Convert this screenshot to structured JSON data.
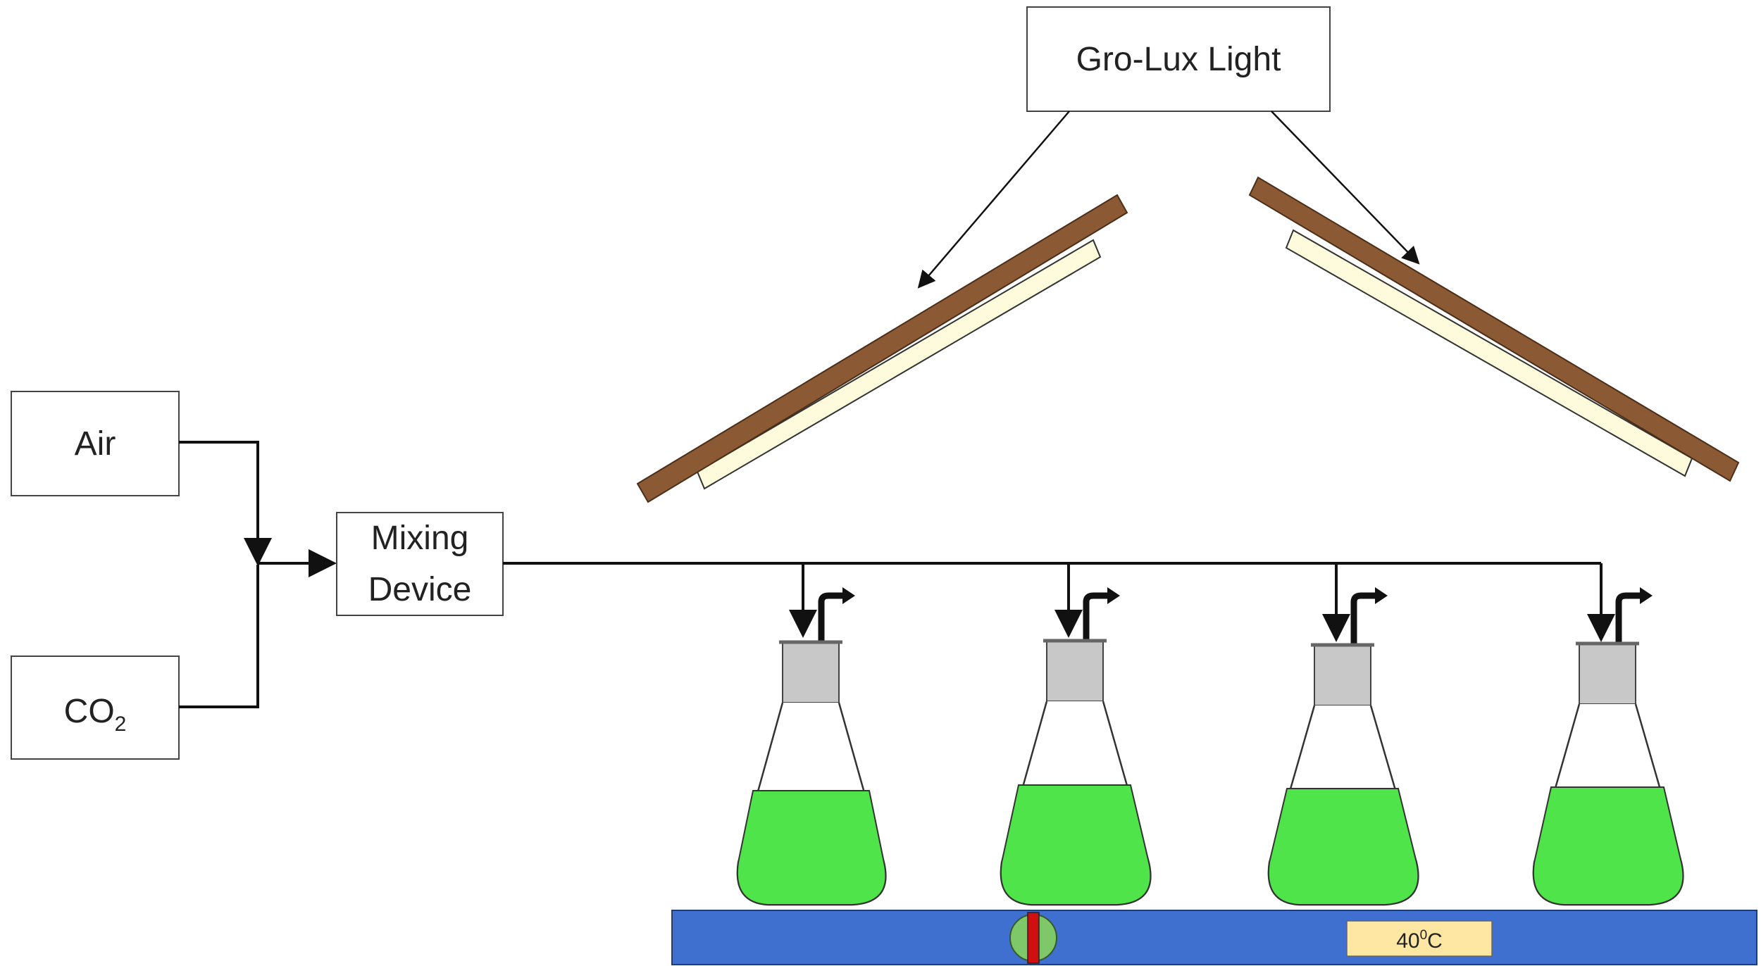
{
  "labels": {
    "light": "Gro-Lux Light",
    "air": "Air",
    "co2_main": "CO",
    "co2_sub": "2",
    "mixing_line1": "Mixing",
    "mixing_line2": "Device",
    "temp_value": "40",
    "temp_sup": "0",
    "temp_unit": "C"
  },
  "flasks": [
    {
      "id": 1
    },
    {
      "id": 2
    },
    {
      "id": 3
    },
    {
      "id": 4
    }
  ],
  "colors": {
    "culture": "#4ee44a",
    "stopper": "#c8c8c8",
    "stand": "#3f6fcf",
    "wood": "#8b5a35",
    "lamp": "#fdfbdc",
    "temp_label_bg": "#fde7a3",
    "knob": "#7ec86a",
    "knob_marker": "#d01010"
  }
}
